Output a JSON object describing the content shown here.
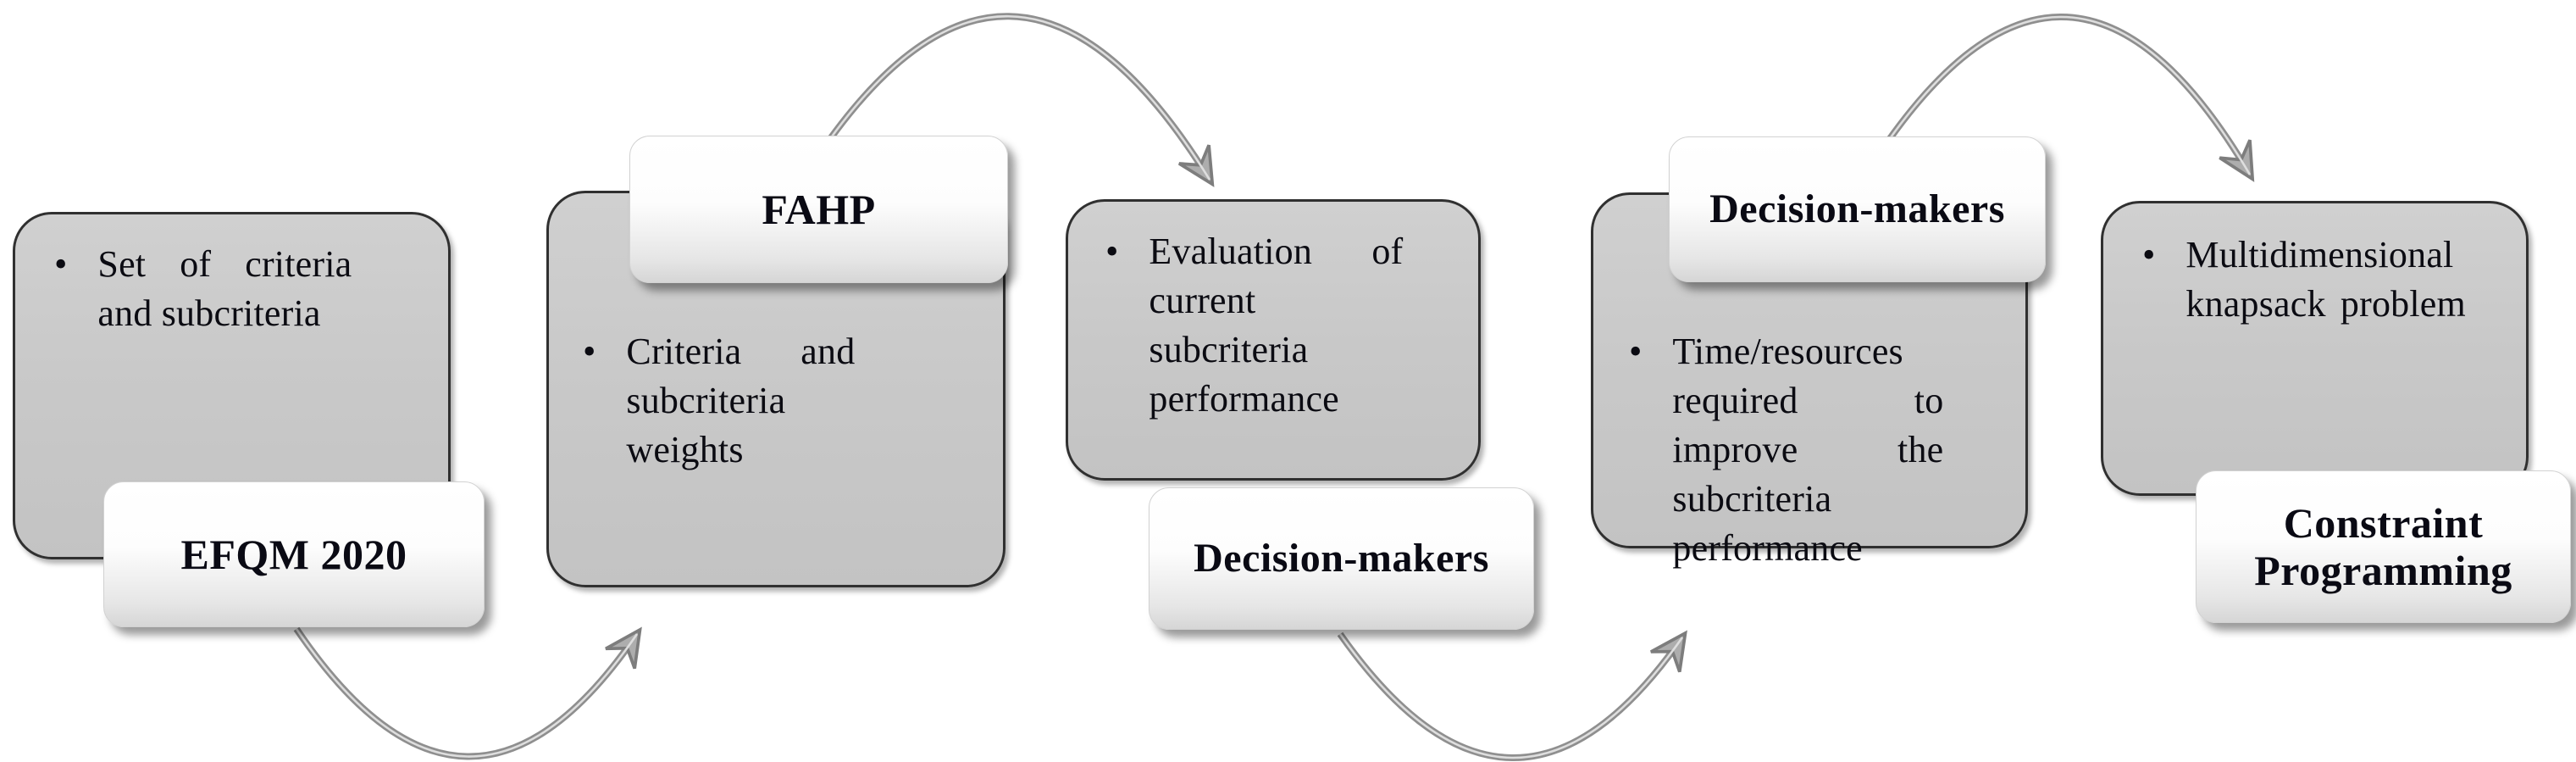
{
  "figure": {
    "bullet_char": "•",
    "stages": [
      {
        "label": "EFQM 2020",
        "label_position": "bottom",
        "bullet": "Set of criteria and subcriteria"
      },
      {
        "label": "FAHP",
        "label_position": "top",
        "bullet": "Criteria and subcriteria weights"
      },
      {
        "label": "Decision-makers",
        "label_position": "bottom",
        "bullet": "Evaluation of current subcriteria performance"
      },
      {
        "label": "Decision-makers",
        "label_position": "top",
        "bullet": "Time/resources required to improve the subcriteria performance"
      },
      {
        "label": "Constraint Programming",
        "label_position": "bottom",
        "bullet": "Multidimensional knapsack problem"
      }
    ],
    "arrows": [
      {
        "name": "curved-arrow-top-left",
        "from_stage": 2,
        "to_stage": 3,
        "direction": "over"
      },
      {
        "name": "curved-arrow-bottom-left",
        "from_stage": 1,
        "to_stage": 2,
        "direction": "under"
      },
      {
        "name": "curved-arrow-bottom-middle",
        "from_stage": 3,
        "to_stage": 4,
        "direction": "under"
      },
      {
        "name": "curved-arrow-top-right",
        "from_stage": 4,
        "to_stage": 5,
        "direction": "over"
      }
    ],
    "colors": {
      "background": "#ffffff",
      "box_fill": "#c9c9c9",
      "box_border": "#303030",
      "label_fill": "#ffffff",
      "arrow": "#8f8f8f",
      "text": "#000000"
    }
  }
}
